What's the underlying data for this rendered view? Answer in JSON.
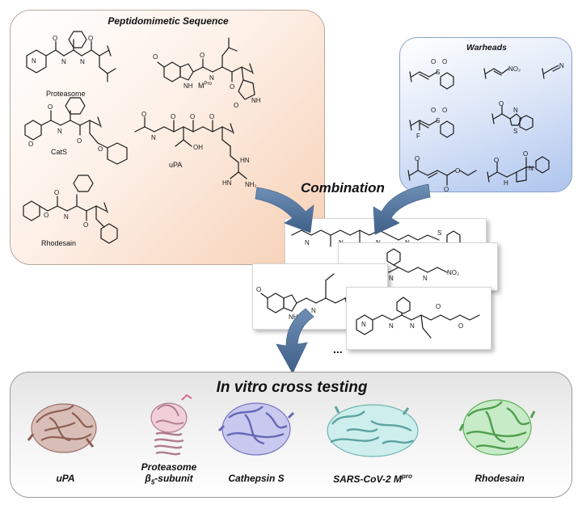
{
  "peptidomimetic": {
    "title": "Peptidomimetic Sequence",
    "labels": {
      "proteasome": "Proteasome",
      "mpro": "M",
      "mpro_sup": "Pro",
      "cats": "CatS",
      "upa": "uPA",
      "rhodesain": "Rhodesain"
    }
  },
  "warheads": {
    "title": "Warheads"
  },
  "combination": {
    "label": "Combination"
  },
  "ellipsis": "...",
  "cross_testing": {
    "title": "In vitro cross testing",
    "targets": [
      {
        "name": "uPA",
        "color": "#c9a39a"
      },
      {
        "name": "Proteasome",
        "name2": "β",
        "sub": "5",
        "name3": "-subunit",
        "color": "#e8b4c4"
      },
      {
        "name": "Cathepsin S",
        "color": "#a9a9e0"
      },
      {
        "name": "SARS-CoV-2 M",
        "sup": "pro",
        "color": "#a8dedc"
      },
      {
        "name": "Rhodesain",
        "color": "#9fd49f"
      }
    ]
  },
  "atoms": {
    "N": "N",
    "O": "O",
    "H": "H",
    "NH": "NH",
    "NH2": "NH₂",
    "S": "S",
    "F": "F",
    "NO2": "NO₂",
    "OH": "OH",
    "HN": "HN",
    "CN": "N"
  }
}
